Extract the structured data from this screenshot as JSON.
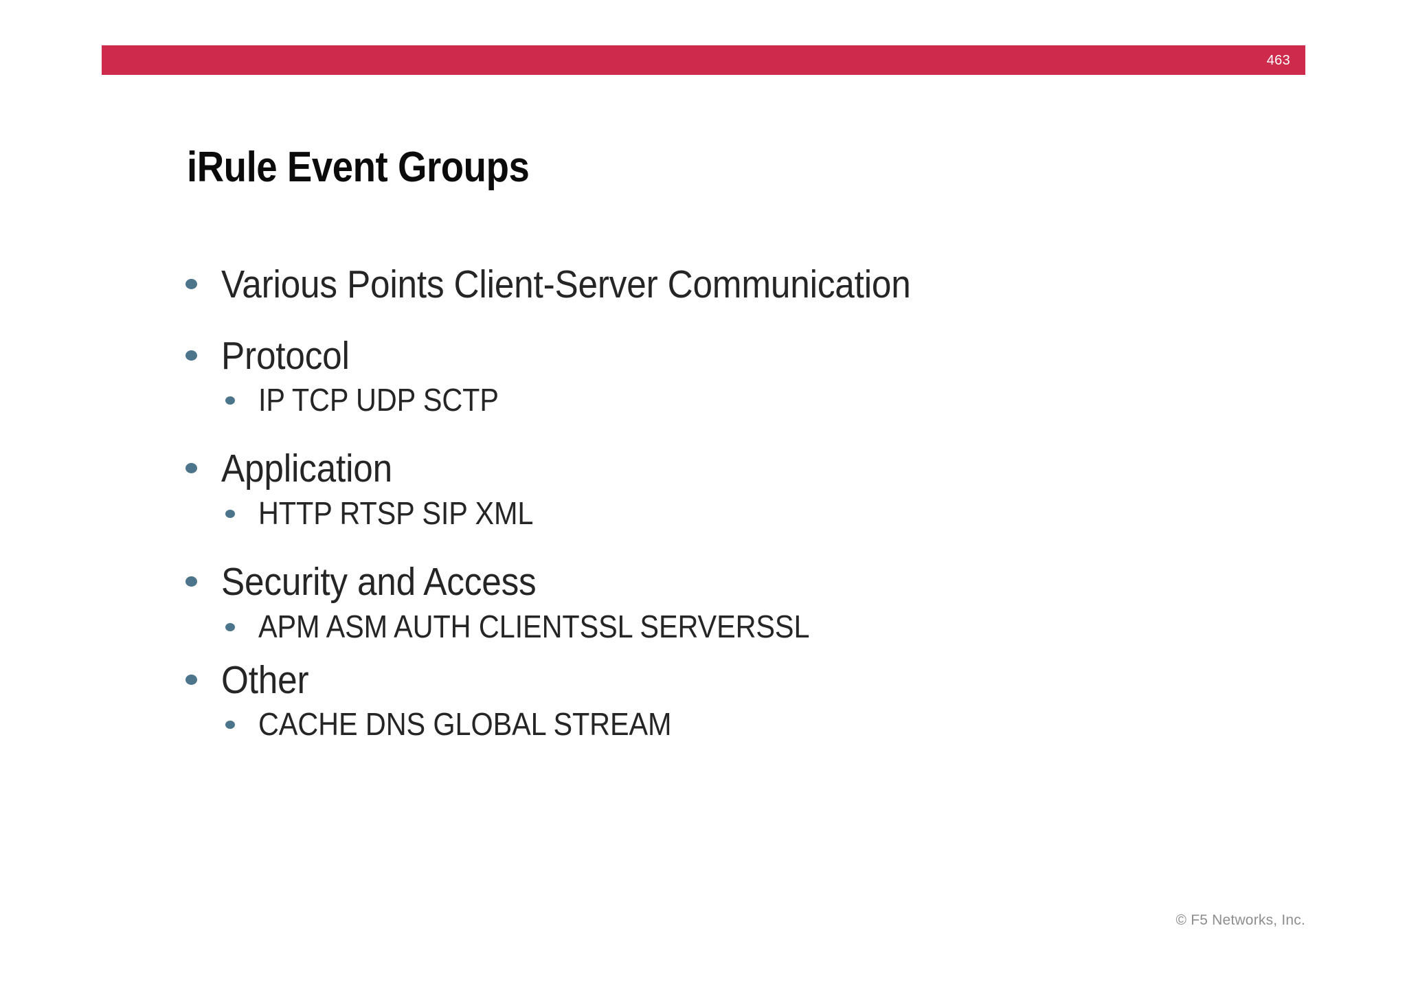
{
  "header": {
    "banner_color": "#CE2B4C",
    "page_number": "463"
  },
  "title": "iRule Event Groups",
  "bullets": [
    {
      "level": 1,
      "text": "Various Points Client-Server Communication",
      "children": []
    },
    {
      "level": 1,
      "text": "Protocol",
      "children": [
        {
          "level": 2,
          "text": "IP TCP UDP SCTP"
        }
      ]
    },
    {
      "level": 1,
      "text": "Application",
      "children": [
        {
          "level": 2,
          "text": "HTTP RTSP SIP XML"
        }
      ]
    },
    {
      "level": 1,
      "text": "Security and Access",
      "children": [
        {
          "level": 2,
          "text": "APM ASM AUTH CLIENTSSL SERVERSSL"
        }
      ]
    },
    {
      "level": 1,
      "text": "Other",
      "children": [
        {
          "level": 2,
          "text": "CACHE DNS GLOBAL STREAM"
        }
      ]
    }
  ],
  "footer": {
    "copyright": "© F5 Networks, Inc."
  },
  "colors": {
    "accent_red": "#CE2B4C",
    "bullet_blue": "#4C748A",
    "body_text": "#252525",
    "title_text": "#0B0B0B",
    "footer_text": "#8D8D8D"
  }
}
